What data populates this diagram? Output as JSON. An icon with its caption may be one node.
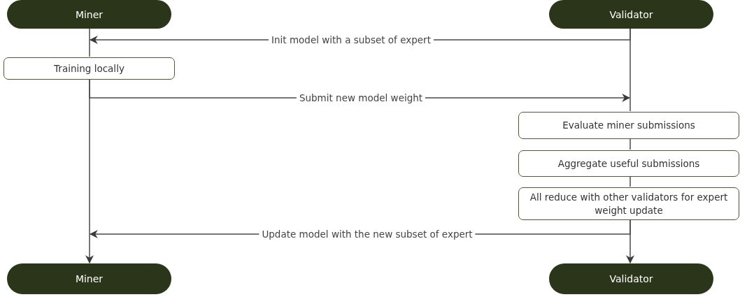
{
  "diagram": {
    "nodes": [
      {
        "text": [
          "Miner"
        ]
      },
      {
        "text": [
          "Validator"
        ]
      },
      {
        "text": [
          "Training locally"
        ]
      },
      {
        "text": [
          "Evaluate miner submissions"
        ]
      },
      {
        "text": [
          "Aggregate useful submissions"
        ]
      },
      {
        "text": [
          "All reduce with other validators for expert weight update"
        ]
      },
      {
        "text": [
          "Miner"
        ]
      },
      {
        "text": [
          "Validator"
        ]
      }
    ],
    "edges": [
      {
        "from": 1,
        "to": 0,
        "arrow": "to",
        "label": "Init model with a subset of expert"
      },
      {
        "from": 2,
        "to": 3,
        "arrow": "to",
        "label": "Submit new model weight"
      },
      {
        "from": 5,
        "to": 6,
        "arrow": "to",
        "label": "Update model with the new subset of expert"
      },
      {
        "from": 0,
        "to": 2,
        "arrow": "none"
      },
      {
        "from": 2,
        "to": 6,
        "arrow": "to"
      },
      {
        "from": 1,
        "to": 3,
        "arrow": "none"
      },
      {
        "from": 3,
        "to": 4,
        "arrow": "none"
      },
      {
        "from": 4,
        "to": 5,
        "arrow": "none"
      },
      {
        "from": 5,
        "to": 7,
        "arrow": "to"
      }
    ]
  }
}
